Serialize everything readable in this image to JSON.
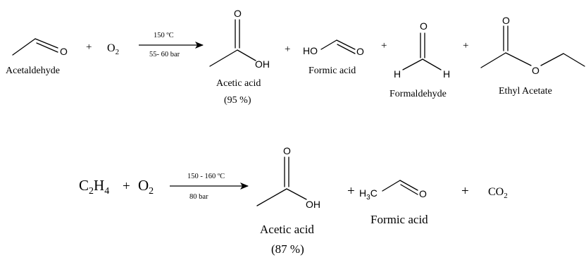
{
  "reaction1": {
    "reactant_label": "Acetaldehyde",
    "plus": "+",
    "oxygen": {
      "symbol": "O",
      "sub": "2"
    },
    "conditions": {
      "temperature": "150 ºC",
      "pressure": "55- 60 bar"
    },
    "products": [
      {
        "name": "Acetic acid",
        "yield": "(95 %)"
      },
      {
        "name": "Formic acid"
      },
      {
        "name": "Formaldehyde"
      },
      {
        "name": "Ethyl Acetate"
      }
    ],
    "atoms": {
      "O": "O",
      "OH": "OH",
      "HO": "HO",
      "H": "H"
    }
  },
  "reaction2": {
    "reactant": {
      "symbol": "C",
      "sub1": "2",
      "mid": "H",
      "sub2": "4"
    },
    "plus": "+",
    "oxygen": {
      "symbol": "O",
      "sub": "2"
    },
    "conditions": {
      "temperature": "150 - 160 ºC",
      "pressure": "80 bar"
    },
    "products": [
      {
        "name": "Acetic acid",
        "yield": "(87 %)"
      },
      {
        "name": "Formic acid",
        "methyl": {
          "base": "H",
          "sub": "3",
          "tail": "C"
        }
      },
      {
        "name": "CO2",
        "formula": {
          "symbol": "CO",
          "sub": "2"
        }
      }
    ],
    "atoms": {
      "O": "O",
      "OH": "OH"
    }
  }
}
